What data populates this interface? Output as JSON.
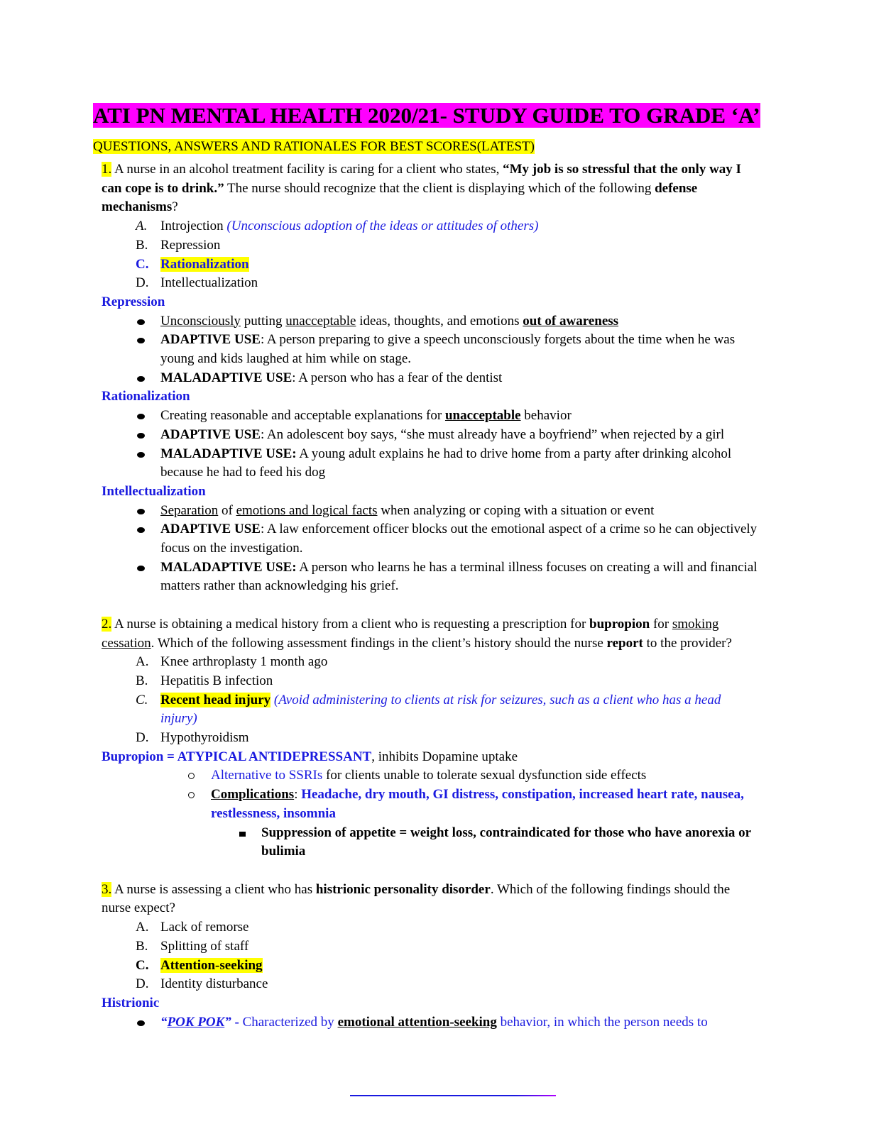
{
  "title": "ATI PN MENTAL HEALTH 2020/21- STUDY GUIDE TO GRADE ‘A’",
  "subtitle": "QUESTIONS, ANSWERS AND RATIONALES FOR BEST SCORES(LATEST)",
  "q1": {
    "num": "1.",
    "t1": " A nurse in an alcohol treatment facility is caring for a client who states, ",
    "quote": "“My job is so stressful that the only way I can cope is to drink.”",
    "t2": " The nurse should recognize that the client is displaying which of the following ",
    "bold2": "defense mechanisms",
    "t3": "?",
    "options": [
      {
        "letter": "A.",
        "text": "Introjection",
        "note": "(Unconscious adoption of the ideas or attitudes of others)"
      },
      {
        "letter": "B.",
        "text": "Repression"
      },
      {
        "letter": "C.",
        "text": "Rationalization"
      },
      {
        "letter": "D.",
        "text": "Intellectualization"
      }
    ],
    "sections": [
      {
        "heading": "Repression",
        "b1": {
          "u1": "Unconsciously",
          "t1": " putting ",
          "u2": "unacceptable",
          "t2": " ideas, thoughts, and emotions ",
          "ub": "out of awareness"
        },
        "b2": {
          "label": "ADAPTIVE USE",
          "text": ": A person preparing to give a speech unconsciously forgets about the time when he was young and kids laughed at him while on stage."
        },
        "b3": {
          "label": "MALADAPTIVE USE",
          "text": ": A person who has a fear of the dentist"
        }
      },
      {
        "heading": "Rationalization",
        "b1": {
          "t1": "Creating reasonable and acceptable explanations for ",
          "ub": "unacceptable",
          "t2": " behavior"
        },
        "b2": {
          "label": "ADAPTIVE USE",
          "text": ": An adolescent boy says, “she must already have a boyfriend” when rejected by a girl"
        },
        "b3": {
          "label": "MALADAPTIVE USE:",
          "text": " A young adult explains he had to drive home from a party after drinking alcohol because he had to feed his dog"
        }
      },
      {
        "heading": "Intellectualization",
        "b1": {
          "u1": "Separation",
          "t1": " of ",
          "u2": "emotions and logical facts",
          "t2": " when analyzing or coping with a situation or event"
        },
        "b2": {
          "label": "ADAPTIVE USE",
          "text": ": A law enforcement officer blocks out the emotional aspect of a crime so he can objectively focus on the investigation."
        },
        "b3": {
          "label": "MALADAPTIVE USE:",
          "text": " A person who learns he has a terminal illness focuses on creating a will and financial matters rather than acknowledging his grief."
        }
      }
    ]
  },
  "q2": {
    "num": "2.",
    "t1": " A nurse is obtaining a medical history from a client who is requesting a prescription for ",
    "b1": "bupropion",
    "t2": " for ",
    "u1": "smoking cessation",
    "t3": ".  Which of the following assessment findings in the client’s history should the nurse ",
    "b2": "report",
    "t4": " to the provider?",
    "options": [
      {
        "letter": "A.",
        "text": "Knee arthroplasty 1 month ago"
      },
      {
        "letter": "B.",
        "text": "Hepatitis B infection"
      },
      {
        "letter": "C.",
        "text": "Recent head injury",
        "note": "(Avoid administering to clients at risk for seizures, such as a client who has a head injury)"
      },
      {
        "letter": "D.",
        "text": "Hypothyroidism"
      }
    ],
    "drug_heading": "Bupropion = ATYPICAL ANTIDEPRESSANT",
    "drug_rest": ", inhibits Dopamine uptake",
    "sub1_blue": "Alternative to SSRIs",
    "sub1_rest": " for clients unable to tolerate sexual dysfunction side effects",
    "sub2_label": "Complications",
    "sub2_colon": ":",
    "sub2_text": " Headache, dry mouth, GI distress, constipation, increased heart rate, nausea, restlessness, insomnia",
    "subsub": "Suppression of appetite = weight loss, contraindicated for those who have anorexia or bulimia"
  },
  "q3": {
    "num": "3.",
    "t1": " A nurse is assessing a client who has ",
    "b1": "histrionic personality disorder",
    "t2": ".  Which of the following findings should the nurse expect?",
    "options": [
      {
        "letter": "A.",
        "text": "Lack of remorse"
      },
      {
        "letter": "B.",
        "text": "Splitting of staff"
      },
      {
        "letter": "C.",
        "text": "Attention-seeking"
      },
      {
        "letter": "D.",
        "text": "Identity disturbance"
      }
    ],
    "heading": "Histrionic",
    "b_quote_open": "“",
    "b_quote_word": "POK POK",
    "b_quote_close": "”",
    "b_dash": " - ",
    "b_t1": "Characterized by ",
    "b_ub": "emotional attention-seeking",
    "b_t2": " behavior, in which the person needs to"
  }
}
